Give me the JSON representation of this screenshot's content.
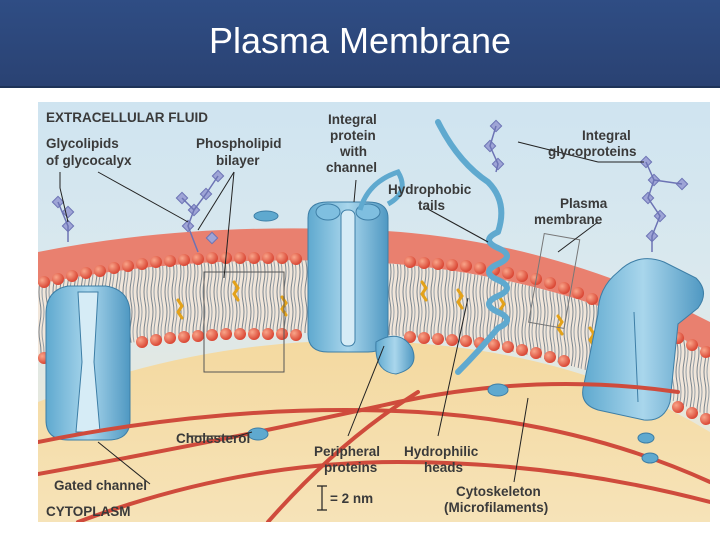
{
  "slide": {
    "title": "Plasma Membrane"
  },
  "figure": {
    "region_top": "EXTRACELLULAR FLUID",
    "region_bottom": "CYTOPLASM",
    "labels": {
      "glycolipids": [
        "Glycolipids",
        "of glycocalyx"
      ],
      "phospholipid": [
        "Phospholipid",
        "bilayer"
      ],
      "integral_channel": [
        "Integral",
        "protein",
        "with",
        "channel"
      ],
      "hydrophobic": [
        "Hydrophobic",
        "tails"
      ],
      "glycoproteins": [
        "Integral",
        "glycoproteins"
      ],
      "plasma_membrane": [
        "Plasma",
        "membrane"
      ],
      "cholesterol": "Cholesterol",
      "gated_channel": "Gated channel",
      "peripheral": [
        "Peripheral",
        "proteins"
      ],
      "hydrophilic": [
        "Hydrophilic",
        "heads"
      ],
      "scale": "= 2 nm",
      "cytoskeleton": [
        "Cytoskeleton",
        "(Microfilaments)"
      ]
    }
  }
}
